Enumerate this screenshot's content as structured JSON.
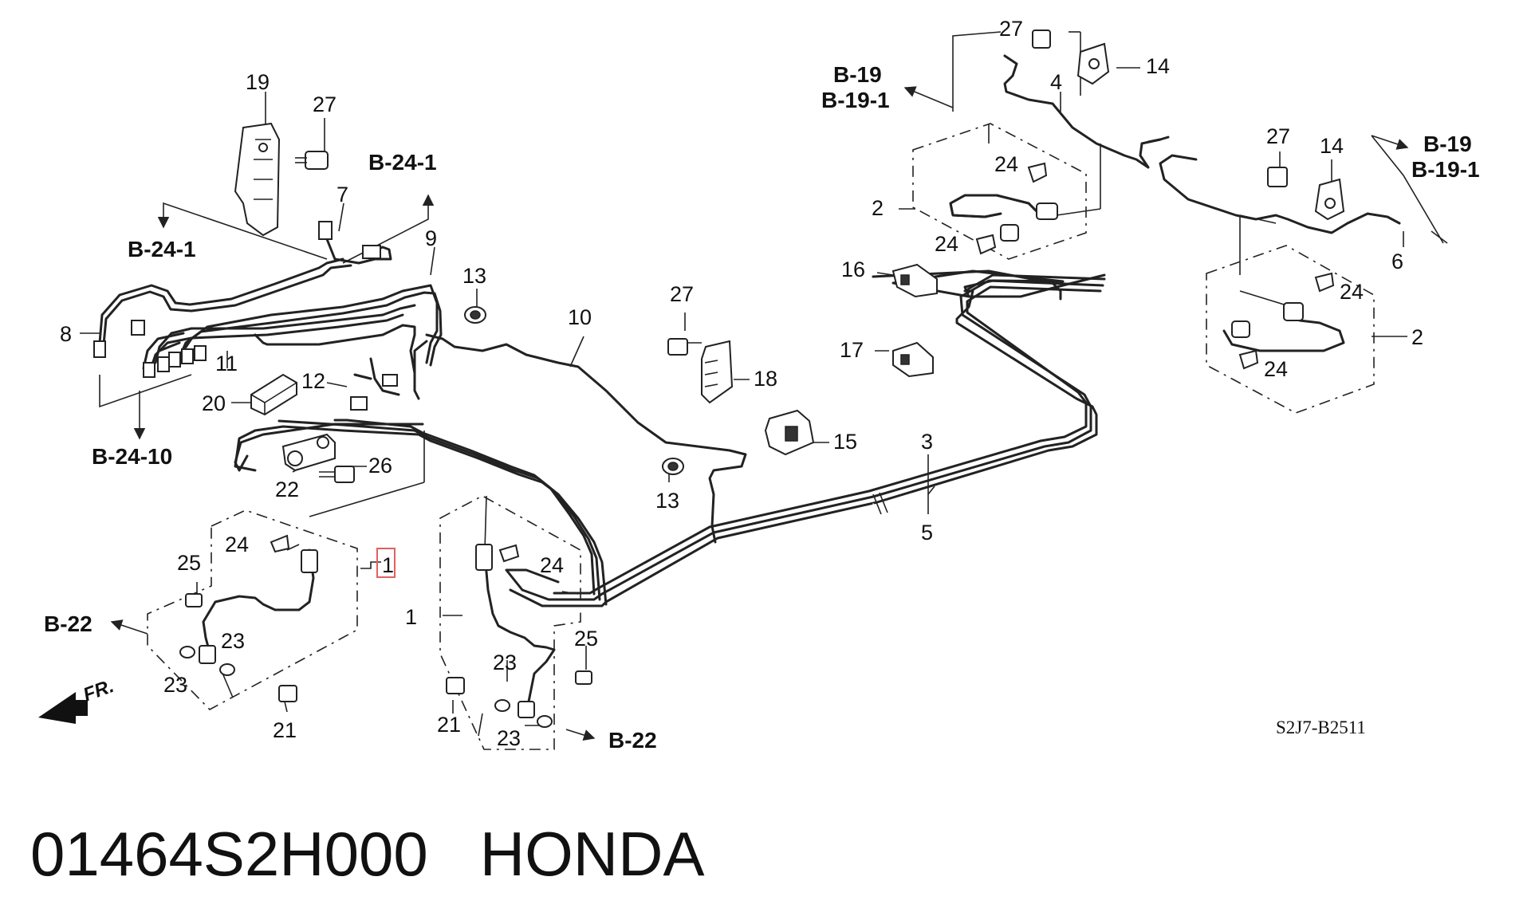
{
  "title": "01464S2H000   HONDA",
  "diagram_code": "S2J7-B2511",
  "direction_label": "FR.",
  "highlight_color": "#e06060",
  "callouts": [
    {
      "id": "c19",
      "text": "19"
    },
    {
      "id": "c27a",
      "text": "27"
    },
    {
      "id": "c7",
      "text": "7"
    },
    {
      "id": "c9",
      "text": "9"
    },
    {
      "id": "c13a",
      "text": "13"
    },
    {
      "id": "c8",
      "text": "8"
    },
    {
      "id": "c11",
      "text": "11"
    },
    {
      "id": "c12",
      "text": "12"
    },
    {
      "id": "c20",
      "text": "20"
    },
    {
      "id": "c10",
      "text": "10"
    },
    {
      "id": "c26",
      "text": "26"
    },
    {
      "id": "c22",
      "text": "22"
    },
    {
      "id": "c13b",
      "text": "13"
    },
    {
      "id": "c27b",
      "text": "27"
    },
    {
      "id": "c18",
      "text": "18"
    },
    {
      "id": "c15",
      "text": "15"
    },
    {
      "id": "c16",
      "text": "16"
    },
    {
      "id": "c17",
      "text": "17"
    },
    {
      "id": "c3",
      "text": "3"
    },
    {
      "id": "c5",
      "text": "5"
    },
    {
      "id": "c2a",
      "text": "2"
    },
    {
      "id": "c24a",
      "text": "24"
    },
    {
      "id": "c24b",
      "text": "24"
    },
    {
      "id": "c27c",
      "text": "27"
    },
    {
      "id": "c14a",
      "text": "14"
    },
    {
      "id": "c4",
      "text": "4"
    },
    {
      "id": "c27d",
      "text": "27"
    },
    {
      "id": "c14b",
      "text": "14"
    },
    {
      "id": "c6",
      "text": "6"
    },
    {
      "id": "c24c",
      "text": "24"
    },
    {
      "id": "c2b",
      "text": "2"
    },
    {
      "id": "c24d",
      "text": "24"
    },
    {
      "id": "c24e",
      "text": "24"
    },
    {
      "id": "c25a",
      "text": "25"
    },
    {
      "id": "c1a",
      "text": "1"
    },
    {
      "id": "c23a",
      "text": "23"
    },
    {
      "id": "c23b",
      "text": "23"
    },
    {
      "id": "c21a",
      "text": "21"
    },
    {
      "id": "c24f",
      "text": "24"
    },
    {
      "id": "c1b",
      "text": "1"
    },
    {
      "id": "c23c",
      "text": "23"
    },
    {
      "id": "c25b",
      "text": "25"
    },
    {
      "id": "c21b",
      "text": "21"
    },
    {
      "id": "c23d",
      "text": "23"
    }
  ],
  "references": [
    {
      "id": "r_b24_1a",
      "text": "B-24-1"
    },
    {
      "id": "r_b24_1b",
      "text": "B-24-1"
    },
    {
      "id": "r_b24_10",
      "text": "B-24-10"
    },
    {
      "id": "r_b19a",
      "text": "B-19"
    },
    {
      "id": "r_b19_1a",
      "text": "B-19-1"
    },
    {
      "id": "r_b19b",
      "text": "B-19"
    },
    {
      "id": "r_b19_1b",
      "text": "B-19-1"
    },
    {
      "id": "r_b22a",
      "text": "B-22"
    },
    {
      "id": "r_b22b",
      "text": "B-22"
    }
  ]
}
